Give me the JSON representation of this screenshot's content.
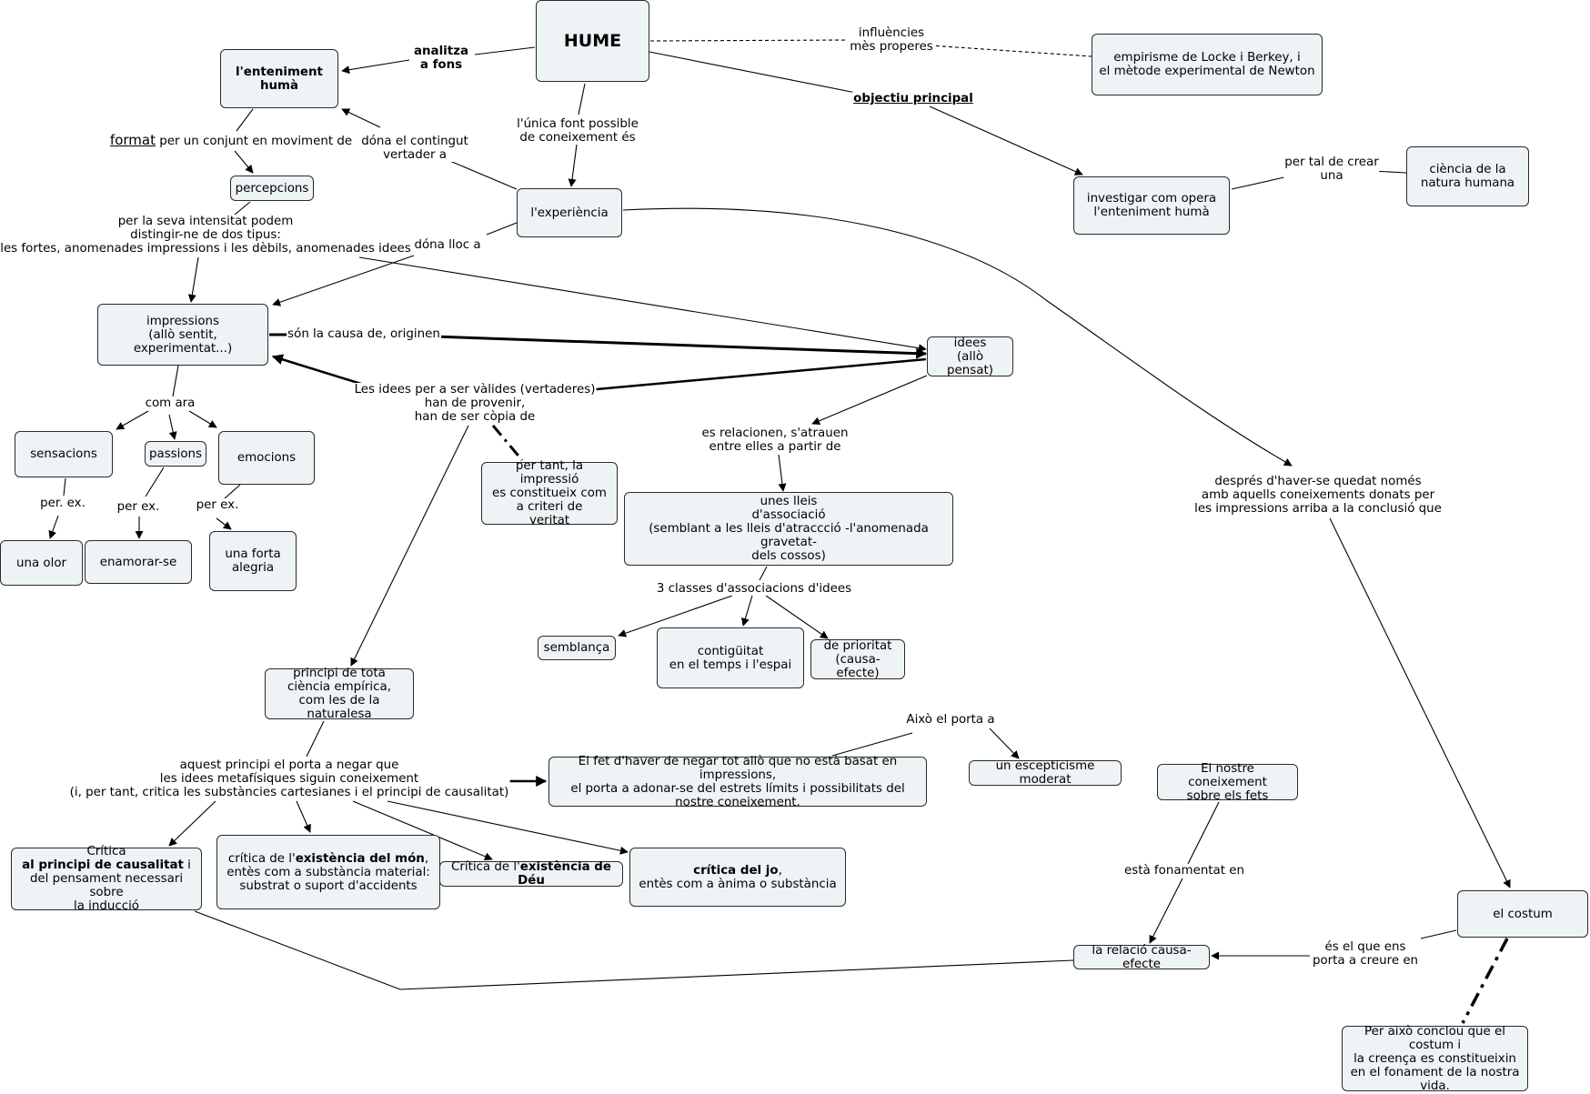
{
  "nodes": {
    "hume": "HUME",
    "enteniment": "l'enteniment\nhumà",
    "empirisme": "empirisme de Locke i Berkey, i\nel mètode experimental de Newton",
    "investigar": "investigar com opera\nl'enteniment humà",
    "ciencia_natura": "ciència de la\nnatura humana",
    "experiencia": "l'experiència",
    "percepcions": "percepcions",
    "impressions": "impressions\n(allò sentit, experimentat...)",
    "idees": "idees\n(allò pensat)",
    "sensacions": "sensacions",
    "passions": "passions",
    "emocions": "emocions",
    "una_olor": "una olor",
    "enamorar": "enamorar-se",
    "forta_alegria": "una forta\nalegria",
    "criteri_veritat": "per tant, la impressió\nes constitueix com\na criteri de\nveritat",
    "lleis_associacio": "unes lleis\nd'associació\n(semblant a les lleis d'atraccció -l'anomenada gravetat-\ndels cossos)",
    "semblanca": "semblança",
    "contiguitat": "contigüitat\nen el temps i l'espai",
    "prioritat": "de prioritat\n(causa-efecte)",
    "principi": "principi de tota\nciència empírica,\ncom les de la naturalesa",
    "fet_negar": "El fet d'haver de negar tot allò que no està basat en impressions,\nel porta a adonar-se del estrets límits i possibilitats del\nnostre coneixement.",
    "escepticisme": "un escepticisme moderat",
    "coneixement_fets": "El nostre coneixement\nsobre els fets",
    "critica_causalitat_pre": "Crítica",
    "critica_causalitat_bold": "al principi de causalitat",
    "critica_causalitat_post": " i\ndel pensament necessari sobre\nla inducció",
    "critica_mon_pre": "crítica de l'",
    "critica_mon_bold": "existència del món",
    "critica_mon_post": ",\nentès com a substància material:\nsubstrat o suport d'accidents",
    "critica_deu_pre": "Crítica de l'",
    "critica_deu_bold": "existència de Déu",
    "critica_jo_bold": "crítica del jo",
    "critica_jo_post": ",\nentès com a ànima o substància",
    "relacio_causa": "la relació causa-efecte",
    "costum": "el costum",
    "conclou": "Per això conclou que el costum i\nla creença es constitueixin\nen el fonament de la nostra vida."
  },
  "labels": {
    "analitza": "analitza\na fons",
    "influencies": "influències\nmès properes",
    "objectiu": "objectiu principal",
    "per_tal": "per tal de crear\nuna",
    "unica_font": "l'única font possible\nde coneixement és",
    "dona_contingut": "dóna el contingut\nvertader a",
    "format_word": "format",
    "format_rest": " per un conjunt en moviment de",
    "intensitat": "per la seva intensitat podem\ndistingir-ne de dos tipus:\nles fortes, anomenades impressions i les dèbils, anomenades idees",
    "dona_lloc": "dóna lloc a",
    "son_causa": "són la causa de, originen",
    "idees_valides": "Les idees per a ser vàlides (vertaderes)\nhan de provenir,\nhan de ser còpia de",
    "com_ara": "com ara",
    "per_ex1": "per. ex.",
    "per_ex2": "per ex.",
    "per_ex3": "per ex.",
    "es_relacionen": "es relacionen, s'atrauen\nentre elles a partir de",
    "tres_classes": "3 classes d'associacions d'idees",
    "aquest_principi": "aquest principi el porta a negar que\nles idees metafísiques siguin coneixement\n(i, per tant, critica les substàncies cartesianes i el principi de causalitat)",
    "aixo_porta": "Això el porta a",
    "despres": "després d'haver-se quedat només\namb aquells coneixements donats per\nles impressions arriba a la conclusió que",
    "esta_fonamentat": "està fonamentat en",
    "es_el_que": "és el que ens\nporta a creure en"
  }
}
